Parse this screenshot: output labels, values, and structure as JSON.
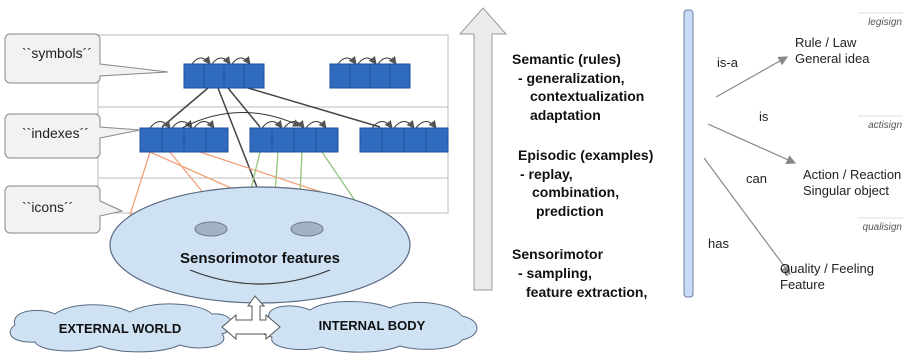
{
  "left_panel": {
    "callouts": {
      "symbols": "``symbols´´",
      "indexes": "``indexes´´",
      "icons": "``icons´´"
    },
    "face_label": "Sensorimotor features",
    "external_world": "EXTERNAL WORLD",
    "internal_body": "INTERNAL BODY"
  },
  "middle_panel": {
    "semantic": {
      "title": "Semantic (rules)",
      "items": [
        "- generalization,",
        "contextualization",
        "adaptation"
      ]
    },
    "episodic": {
      "title": "Episodic (examples)",
      "items": [
        "- replay,",
        "combination,",
        "prediction"
      ]
    },
    "sensorimotor": {
      "title": "Sensorimotor",
      "items": [
        "- sampling,",
        "feature extraction,"
      ]
    }
  },
  "right_panel": {
    "legisign": "legisign",
    "actisign": "actisign",
    "qualisign": "qualisign",
    "relations": {
      "is_a": "is-a",
      "is": "is",
      "can": "can",
      "has": "has"
    },
    "targets": {
      "rule": [
        "Rule / Law",
        "General idea"
      ],
      "action": [
        "Action / Reaction",
        "Singular object"
      ],
      "quality": [
        "Quality / Feeling",
        "Feature"
      ]
    }
  },
  "colors": {
    "block_fill": "#2f6bbf",
    "block_stroke": "#1d4f99",
    "face_fill": "#cfe2f3",
    "eye_fill": "#a4b3c4",
    "icon_line_orange": "#f2a27a",
    "icon_line_green": "#93c47d",
    "bar_fill": "#c9daf8"
  }
}
